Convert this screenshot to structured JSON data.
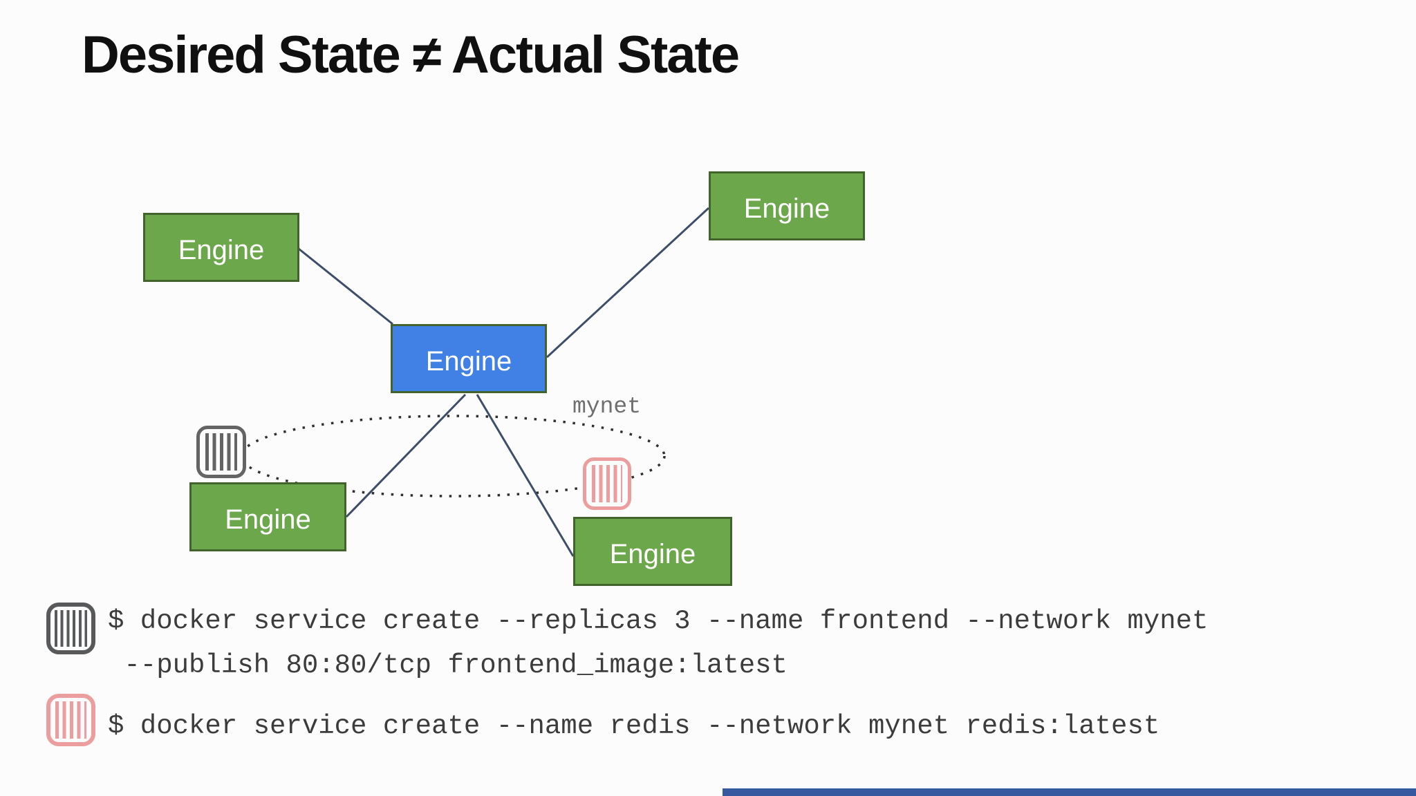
{
  "title": "Desired State ≠ Actual State",
  "diagram": {
    "network": {
      "label": "mynet"
    },
    "engines": {
      "top_left": {
        "label": "Engine",
        "color": "green"
      },
      "top_right": {
        "label": "Engine",
        "color": "green"
      },
      "center": {
        "label": "Engine",
        "color": "blue"
      },
      "bottom_left": {
        "label": "Engine",
        "color": "green"
      },
      "bottom_right": {
        "label": "Engine",
        "color": "green"
      }
    },
    "icons": {
      "frontend_container": "container-icon-gray",
      "redis_container": "container-icon-pink"
    }
  },
  "commands": [
    {
      "icon": "container-icon-gray",
      "line1": "$ docker service create --replicas 3 --name frontend --network mynet",
      "line2": " --publish 80:80/tcp frontend_image:latest"
    },
    {
      "icon": "container-icon-pink",
      "line1": "$ docker service create --name redis --network mynet redis:latest"
    }
  ],
  "colors": {
    "background": "#fcfcfc",
    "engine_green": "#6CA74B",
    "engine_border": "#42632B",
    "engine_blue": "#4180E4",
    "engine_text": "#ffffff",
    "connector_line": "#3E4D68",
    "network_dotted": "#2F2F2F",
    "network_label_gray": "#6f6f6f",
    "container_gray": "#58595b",
    "container_pink": "#EC9D9D",
    "command_text": "#3c3c3c",
    "progress_bar_blue": "#35589E"
  }
}
